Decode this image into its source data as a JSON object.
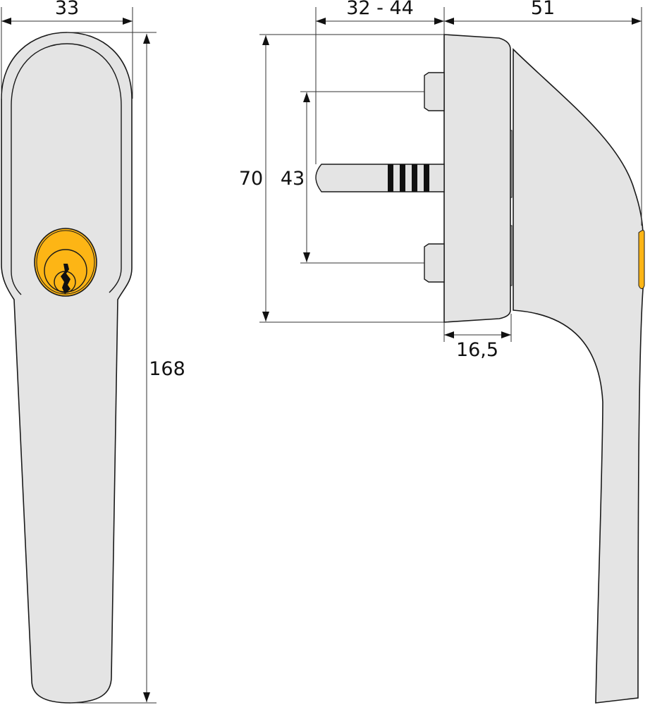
{
  "dimensions": {
    "front_width": "33",
    "total_height": "168",
    "spindle_length": "32 - 44",
    "handle_depth": "51",
    "rosette_height": "70",
    "screw_spacing": "43",
    "rosette_depth": "16,5"
  },
  "colors": {
    "body": "#e4e4e4",
    "cylinder": "#fdb515",
    "outline": "#1a1a1a"
  }
}
